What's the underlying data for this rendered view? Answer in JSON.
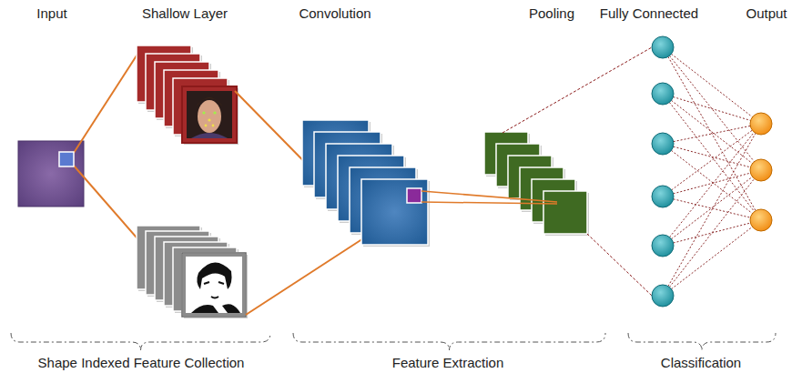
{
  "diagram": {
    "labels": [
      "Input",
      "Shallow Layer",
      "Convolution",
      "Pooling",
      "Fully Connected",
      "Output",
      "Shape Indexed Feature Collection",
      "Feature Extraction",
      "Classification"
    ]
  }
}
